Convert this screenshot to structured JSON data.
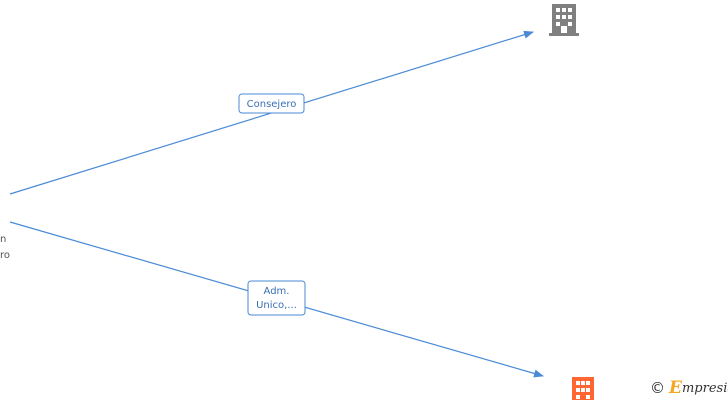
{
  "colors": {
    "edge": "#4a8ad6",
    "edge_label_border": "#4a8ad6",
    "edge_label_text": "#3a6fb7",
    "building_top": "#808080",
    "building_bottom": "#ff6633",
    "node_text": "#555555",
    "brand_accent": "#f5a623"
  },
  "person": {
    "label_lines": [
      "n",
      "ro"
    ]
  },
  "relations": [
    {
      "label_lines": [
        "Consejero"
      ],
      "target": "building-top",
      "icon": "building-icon"
    },
    {
      "label_lines": [
        "Adm.",
        "Unico,..."
      ],
      "target": "building-bottom",
      "icon": "building-icon"
    }
  ],
  "footer": {
    "copyright_symbol": "©",
    "brand_initial": "E",
    "brand_rest": "mpresia"
  }
}
